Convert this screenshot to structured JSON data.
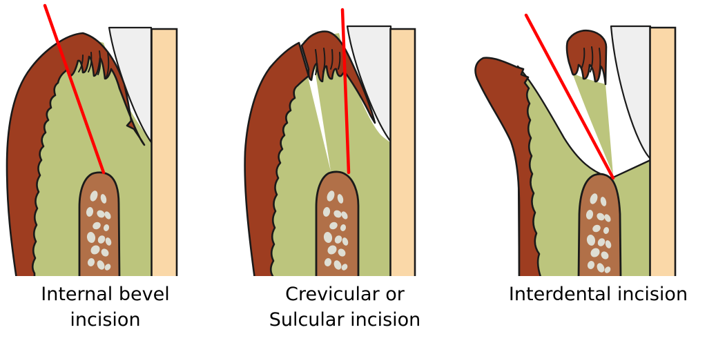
{
  "panels": [
    {
      "id": "internal-bevel",
      "caption_line1": "Internal bevel",
      "caption_line2": "incision"
    },
    {
      "id": "crevicular-sulcular",
      "caption_line1": "Crevicular or",
      "caption_line2": "Sulcular incision"
    },
    {
      "id": "interdental",
      "caption_line1": "Interdental incision"
    }
  ],
  "colors": {
    "gingiva_outer": "#9E3D20",
    "connective_tissue": "#BCC57D",
    "alveolar_bone": "#B17048",
    "bone_speckle": "#DEDED4",
    "tooth_root": "#FAD8A8",
    "tooth_crown": "#EFEFEF",
    "incision_line": "#FF0000",
    "outline": "#1A1A1A"
  }
}
